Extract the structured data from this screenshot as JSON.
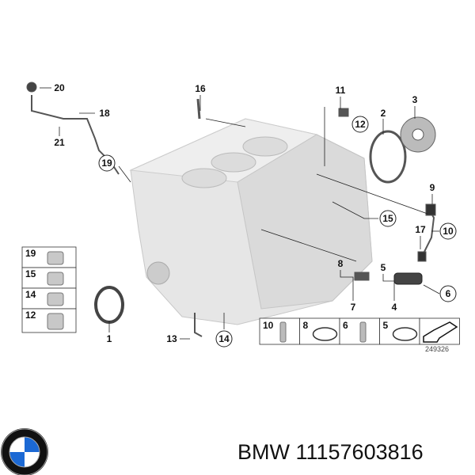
{
  "diagram": {
    "callouts": [
      "20",
      "18",
      "21",
      "19",
      "16",
      "11",
      "12",
      "2",
      "3",
      "9",
      "15",
      "17",
      "10",
      "8",
      "5",
      "6",
      "7",
      "4",
      "1",
      "13",
      "14"
    ],
    "left_legend": [
      "19",
      "15",
      "14",
      "12"
    ],
    "bottom_legend": [
      "10",
      "8",
      "6",
      "5"
    ],
    "reference_number": "249326"
  },
  "brand": {
    "logo": "BMW roundel",
    "logo_colors": [
      "#1c69d4",
      "#ffffff",
      "#111111"
    ]
  },
  "caption": "BMW 11157603816"
}
